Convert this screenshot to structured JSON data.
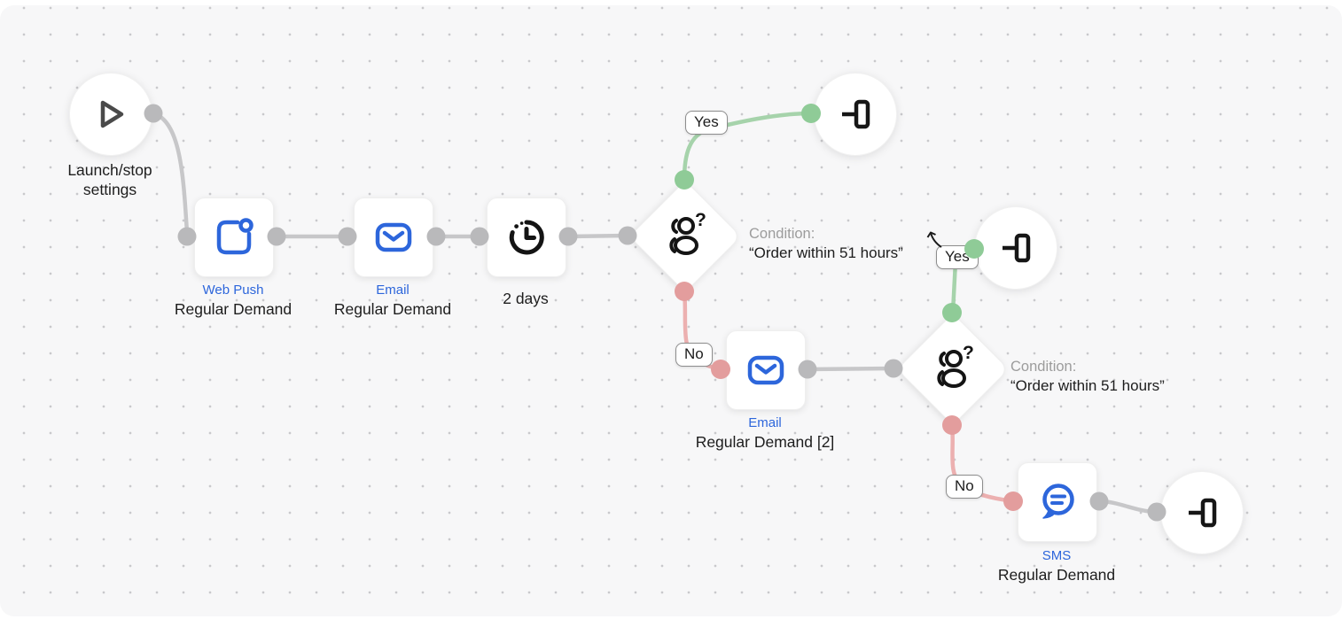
{
  "app": {
    "description": "Marketing automation workflow canvas"
  },
  "colors": {
    "accent_blue": "#2d66db",
    "branch_yes_green": "#8fcb97",
    "branch_no_red": "#e39d9d",
    "connector_gray": "#b9b9bb",
    "canvas_bg": "#f7f7f8",
    "grid_dot": "#c9c9cc"
  },
  "nodes": {
    "launch": {
      "label": "Launch/stop settings",
      "icon": "play-icon"
    },
    "web_push": {
      "type_label": "Web Push",
      "name": "Regular Demand",
      "icon": "web-push-icon"
    },
    "email_1": {
      "type_label": "Email",
      "name": "Regular Demand",
      "icon": "envelope-icon"
    },
    "delay": {
      "label": "2 days",
      "icon": "clock-icon"
    },
    "condition_1": {
      "prefix": "Condition:",
      "text": "“Order within 51 hours”",
      "yes_label": "Yes",
      "no_label": "No",
      "icon": "audience-question-icon"
    },
    "email_2": {
      "type_label": "Email",
      "name": "Regular Demand [2]",
      "icon": "envelope-icon"
    },
    "condition_2": {
      "prefix": "Condition:",
      "text": "“Order within 51 hours”",
      "yes_label": "Yes",
      "no_label": "No",
      "icon": "audience-question-icon"
    },
    "sms": {
      "type_label": "SMS",
      "name": "Regular Demand",
      "icon": "sms-bubble-icon"
    },
    "exit_1": {
      "icon": "exit-icon"
    },
    "exit_2": {
      "icon": "exit-icon"
    },
    "exit_3": {
      "icon": "exit-icon"
    }
  }
}
